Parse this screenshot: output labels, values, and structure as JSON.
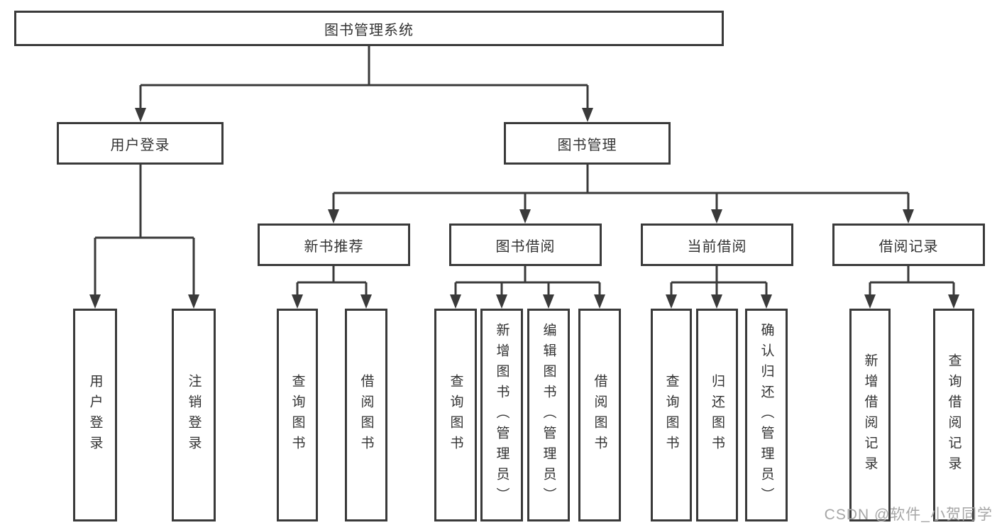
{
  "tree": {
    "label": "图书管理系统",
    "children": [
      {
        "label": "用户登录",
        "children": [
          {
            "label": "用户登录"
          },
          {
            "label": "注销登录"
          }
        ]
      },
      {
        "label": "图书管理",
        "children": [
          {
            "label": "新书推荐",
            "children": [
              {
                "label": "查询图书"
              },
              {
                "label": "借阅图书"
              }
            ]
          },
          {
            "label": "图书借阅",
            "children": [
              {
                "label": "查询图书"
              },
              {
                "label": "新增图书（管理员）"
              },
              {
                "label": "编辑图书（管理员）"
              },
              {
                "label": "借阅图书"
              }
            ]
          },
          {
            "label": "当前借阅",
            "children": [
              {
                "label": "查询图书"
              },
              {
                "label": "归还图书"
              },
              {
                "label": "确认归还（管理员）"
              }
            ]
          },
          {
            "label": "借阅记录",
            "children": [
              {
                "label": "新增借阅记录"
              },
              {
                "label": "查询借阅记录"
              }
            ]
          }
        ]
      }
    ]
  },
  "watermark": "CSDN @软件_小贺同学",
  "colors": {
    "line": "#3a3a3a",
    "text": "#333333",
    "background": "#ffffff",
    "watermark": "#a6a6a6"
  }
}
